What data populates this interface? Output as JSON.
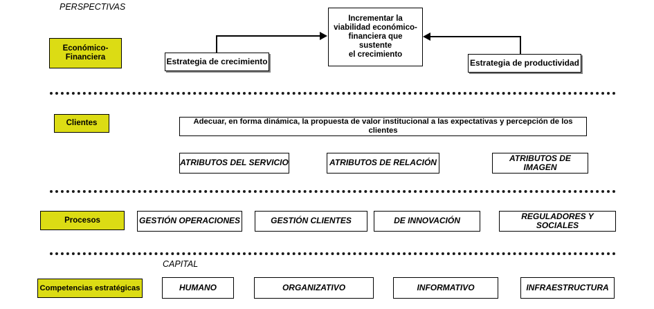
{
  "diagram": {
    "header_caption": "PERSPECTIVAS",
    "capital_caption": "CAPITAL",
    "accent_color": "#dcdc14",
    "line_color": "#000000",
    "rows": {
      "financiera": {
        "perspective_label": "Económico-\nFinanciera",
        "perspective_label_line1": "Económico-",
        "perspective_label_line2": "Financiera",
        "objective": "Incrementar la viabilidad económico-financiera que sustente el crecimiento",
        "objective_line1": "Incrementar la",
        "objective_line2": "viabilidad económico-",
        "objective_line3": "financiera que sustente",
        "objective_line4": "el crecimiento",
        "left_strategy": "Estrategia de crecimiento",
        "right_strategy": "Estrategia de productividad"
      },
      "clientes": {
        "perspective_label": "Clientes",
        "value_proposition": "Adecuar, en forma dinámica, la propuesta de valor institucional a las expectativas y percepción de los clientes",
        "attributes": [
          "ATRIBUTOS DEL SERVICIO",
          "ATRIBUTOS DE RELACIÓN",
          "ATRIBUTOS DE IMAGEN"
        ]
      },
      "procesos": {
        "perspective_label": "Procesos",
        "items": [
          "GESTIÓN OPERACIONES",
          "GESTIÓN CLIENTES",
          "DE INNOVACIÓN",
          "REGULADORES Y SOCIALES"
        ]
      },
      "competencias": {
        "perspective_label": "Competencias estratégicas",
        "items": [
          "HUMANO",
          "ORGANIZATIVO",
          "INFORMATIVO",
          "INFRAESTRUCTURA"
        ]
      }
    }
  }
}
